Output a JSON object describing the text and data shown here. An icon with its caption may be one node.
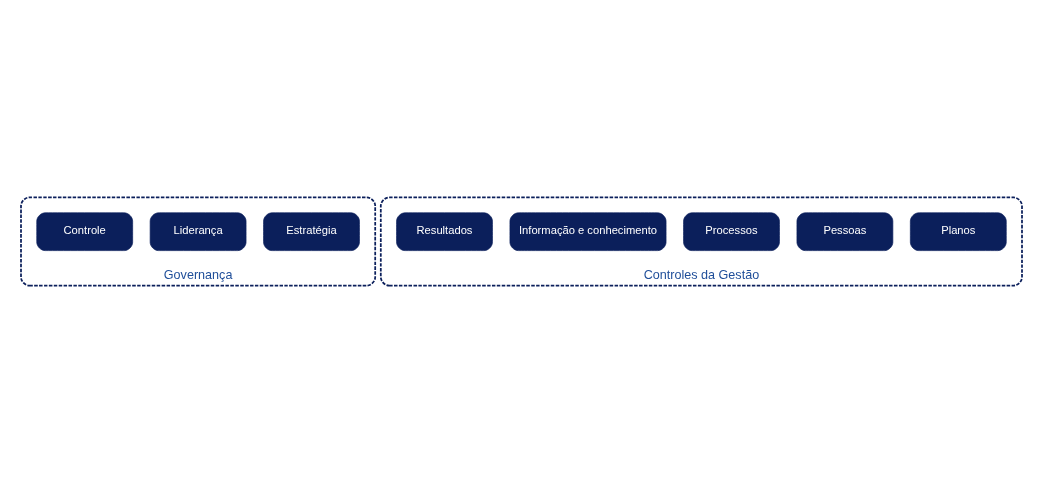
{
  "diagram": {
    "nodes": [
      {
        "text": [
          "Governança"
        ]
      },
      {
        "text": [
          "Estratégia"
        ],
        "in": 0
      },
      {
        "text": [
          "Liderança"
        ],
        "in": 0
      },
      {
        "text": [
          "Controle"
        ],
        "in": 0
      },
      {
        "text": [
          "Controles da Gestão"
        ]
      },
      {
        "text": [
          "Planos"
        ],
        "in": 4
      },
      {
        "text": [
          "Pessoas"
        ],
        "in": 4
      },
      {
        "text": [
          "Processos"
        ],
        "in": 4
      },
      {
        "text": [
          "Informação e conhecimento"
        ],
        "in": 4
      },
      {
        "text": [
          "Resultados"
        ],
        "in": 4
      }
    ],
    "edges": []
  }
}
